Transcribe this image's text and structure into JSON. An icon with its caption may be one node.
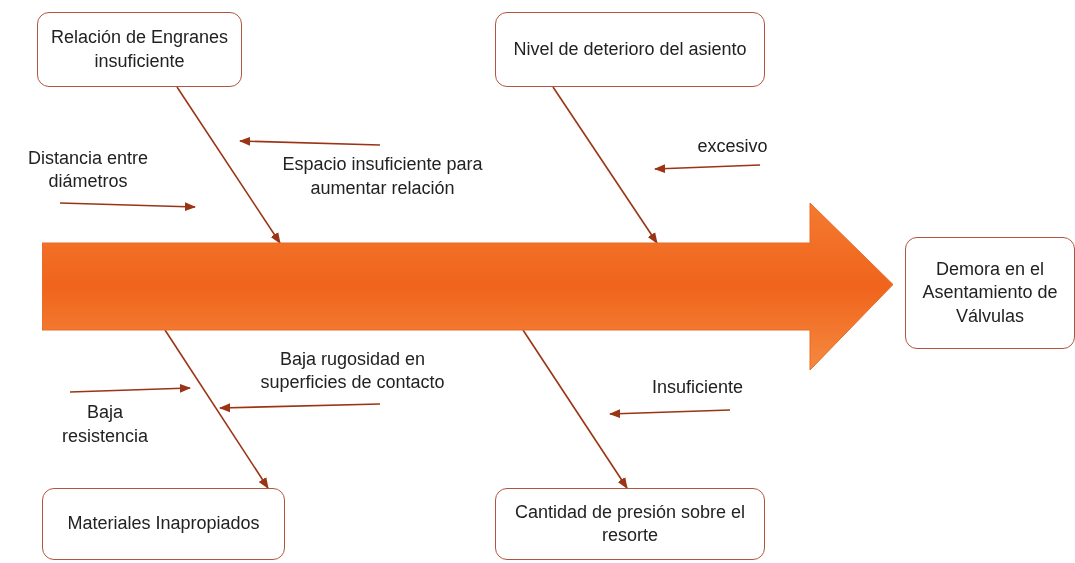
{
  "diagram": {
    "nodes": [
      {
        "text": [
          "Relación de Engranes insuficiente"
        ]
      },
      {
        "text": [
          "Nivel de deterioro del asiento"
        ]
      },
      {
        "text": [
          "Materiales Inapropiados"
        ]
      },
      {
        "text": [
          "Cantidad de presión sobre el resorte"
        ]
      },
      {
        "text": [
          "Demora en el Asentamiento de Válvulas"
        ]
      },
      {
        "text": [],
        "shape": "arrow"
      },
      {
        "text": [
          "Distancia entre diámetros"
        ]
      },
      {
        "text": [
          "Espacio insuficiente para aumentar relación"
        ]
      },
      {
        "text": [
          "excesivo"
        ]
      },
      {
        "text": [
          "Baja resistencia"
        ]
      },
      {
        "text": [
          "Baja rugosidad en superficies de contacto"
        ]
      },
      {
        "text": [
          "Insuficiente"
        ]
      }
    ],
    "edges": [
      {
        "from": 0,
        "to": 5,
        "arrow": "to"
      },
      {
        "from": 1,
        "to": 5,
        "arrow": "to"
      },
      {
        "from": 5,
        "to": 2,
        "arrow": "to"
      },
      {
        "from": 5,
        "to": 3,
        "arrow": "to"
      },
      {
        "from": 6,
        "to": null,
        "arrow": "to"
      },
      {
        "from": 7,
        "to": null,
        "arrow": "to"
      },
      {
        "from": 8,
        "to": null,
        "arrow": "to"
      },
      {
        "from": 9,
        "to": null,
        "arrow": "to"
      },
      {
        "from": 10,
        "to": null,
        "arrow": "to"
      },
      {
        "from": 11,
        "to": null,
        "arrow": "to"
      }
    ]
  }
}
